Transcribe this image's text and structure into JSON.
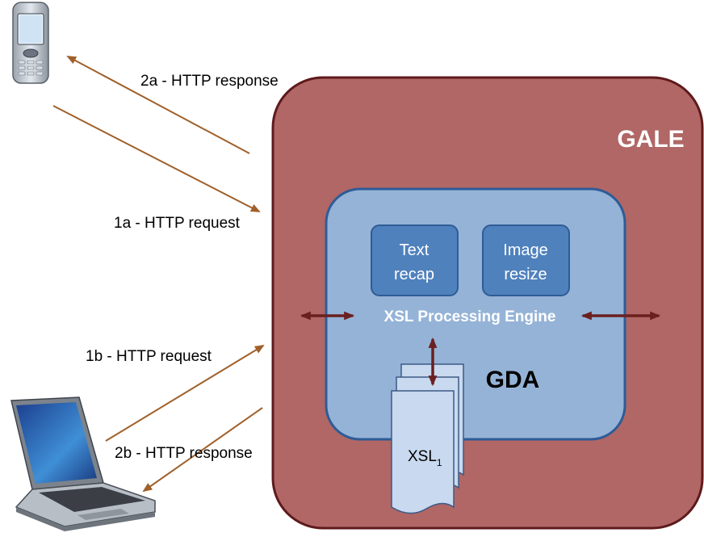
{
  "labels": {
    "response_a": "2a - HTTP response",
    "request_a": "1a - HTTP request",
    "request_b": "1b - HTTP request",
    "response_b": "2b - HTTP response"
  },
  "gale": {
    "title": "GALE"
  },
  "gda": {
    "title": "GDA",
    "engine_label": "XSL Processing Engine",
    "text_recap": {
      "line1": "Text",
      "line2": "recap"
    },
    "image_resize": {
      "line1": "Image",
      "line2": "resize"
    }
  },
  "xsl": {
    "label": "XSL",
    "subscript": "1"
  },
  "colors": {
    "gale_fill": "#B06766",
    "gale_stroke": "#5E1A1C",
    "gda_fill": "#95B3D7",
    "gda_stroke": "#2E5C96",
    "module_fill": "#4F81BD",
    "module_stroke": "#2E5C96",
    "arrow_brown": "#A0602A",
    "arrow_dark": "#6B2020",
    "doc_fill": "#C9D9EF"
  }
}
